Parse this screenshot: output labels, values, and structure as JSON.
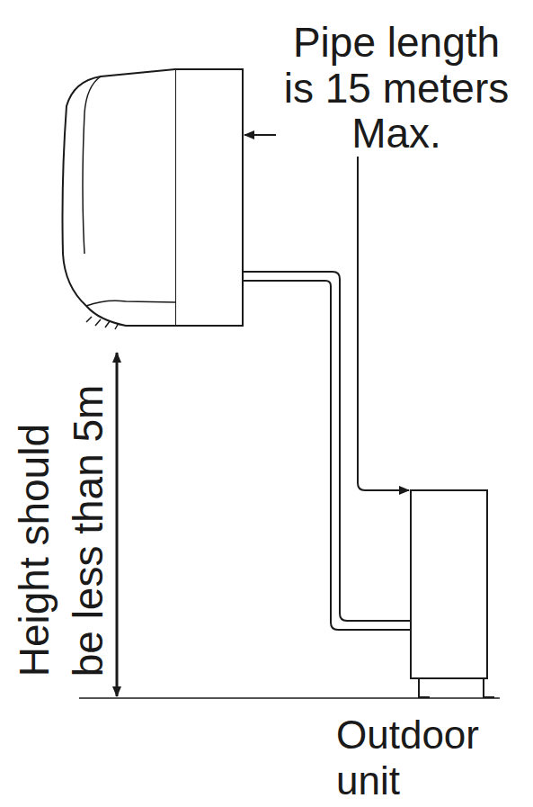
{
  "diagram": {
    "nodes": [
      {
        "text": [
          "Outdoor unit"
        ]
      }
    ],
    "labels": [
      "Pipe length is 15 meters Max.",
      "Height should be less than 5m"
    ]
  }
}
